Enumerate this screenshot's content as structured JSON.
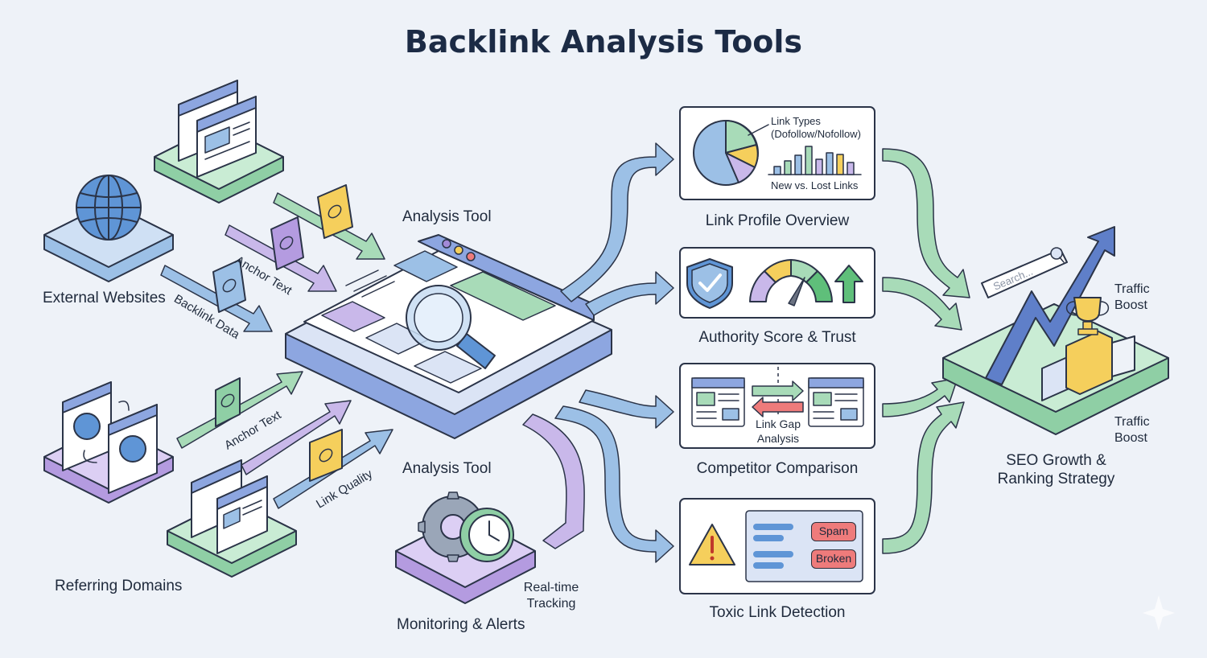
{
  "title": "Backlink Analysis Tools",
  "sources": {
    "external_websites": "External Websites",
    "referring_domains": "Referring Domains"
  },
  "flows": {
    "anchor_text_top": "Anchor Text",
    "backlink_data": "Backlink Data",
    "anchor_text_bottom": "Anchor Text",
    "link_quality": "Link Quality"
  },
  "tool": {
    "label_top": "Analysis Tool",
    "label_bottom": "Analysis Tool"
  },
  "monitoring": {
    "label": "Monitoring & Alerts",
    "tracking": "Real-time Tracking"
  },
  "outputs": {
    "link_profile": {
      "title": "Link Profile Overview",
      "link_types": "Link Types (Dofollow/Nofollow)",
      "new_vs_lost": "New vs. Lost Links"
    },
    "authority": {
      "title": "Authority Score & Trust"
    },
    "competitor": {
      "title": "Competitor Comparison",
      "gap": "Link Gap Analysis"
    },
    "toxic": {
      "title": "Toxic Link Detection",
      "spam": "Spam",
      "broken": "Broken"
    }
  },
  "result": {
    "label": "SEO Growth & Ranking Strategy",
    "search_placeholder": "Search...",
    "boost_top": "Traffic Boost",
    "boost_bottom": "Traffic Boost"
  },
  "colors": {
    "background": "#eef2f8",
    "blue": "#9cc0e6",
    "green": "#a8dbb8",
    "purple": "#c9b8ea",
    "yellow": "#f5cf5c",
    "danger": "#ee7b7b"
  },
  "icons": [
    "globe-icon",
    "browser-window-icon",
    "chain-link-icon",
    "magnifier-icon",
    "shield-check-icon",
    "gauge-icon",
    "up-arrow-icon",
    "warning-icon",
    "gear-icon",
    "clock-icon",
    "trophy-icon",
    "growth-arrow-icon",
    "search-icon",
    "pie-chart-icon",
    "bar-chart-icon"
  ]
}
